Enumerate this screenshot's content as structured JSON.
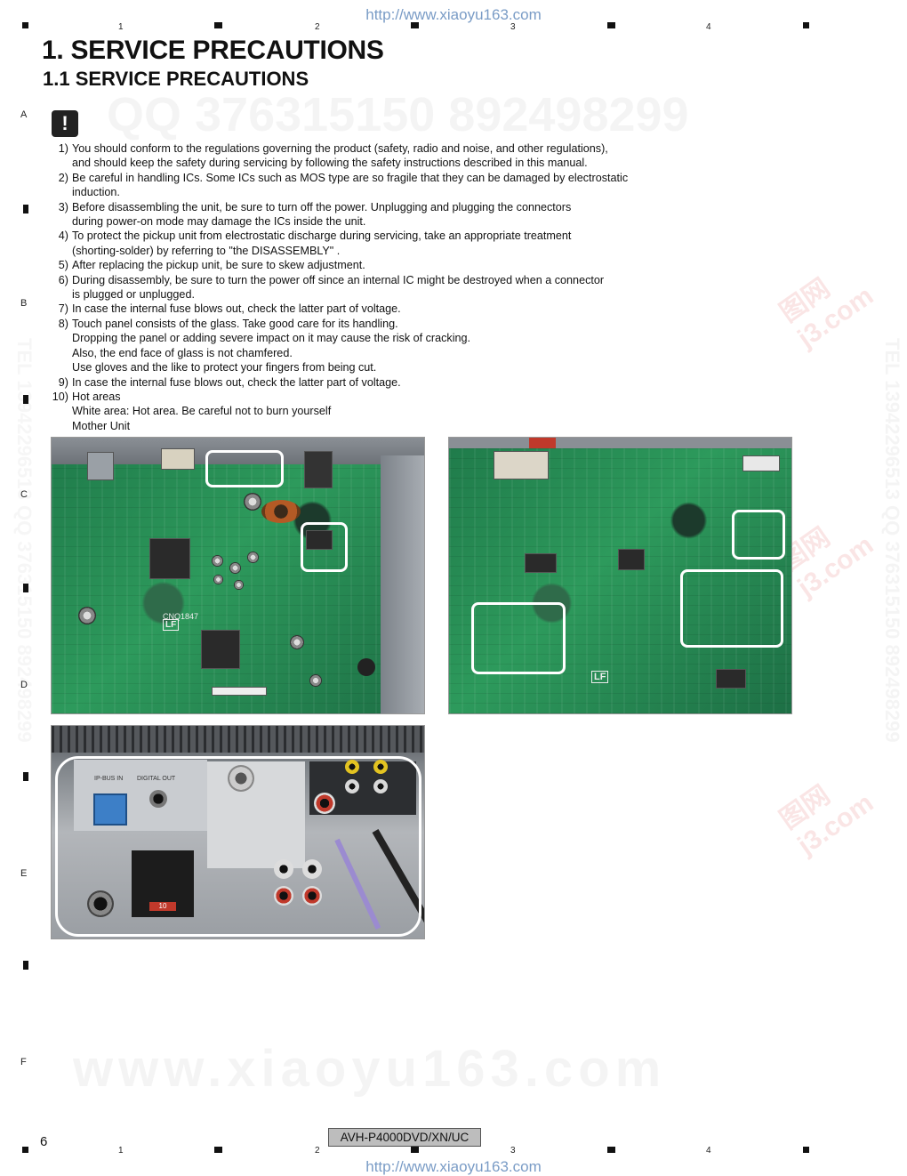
{
  "header_url": "http://www.xiaoyu163.com",
  "footer_url": "http://www.xiaoyu163.com",
  "column_numbers": [
    "1",
    "2",
    "3",
    "4"
  ],
  "row_letters": [
    "A",
    "B",
    "C",
    "D",
    "E",
    "F"
  ],
  "watermarks": {
    "qq_line": "QQ 376315150    892498299",
    "side_line": "TEL 13942296513  QQ 376315150  892498299",
    "bottom_line": "www.xiaoyu163.com"
  },
  "section_title": "1. SERVICE PRECAUTIONS",
  "subsection_title": "1.1  SERVICE PRECAUTIONS",
  "warning_icon": "exclamation-icon",
  "precautions": [
    {
      "num": "1)",
      "lines": [
        "You should conform to the regulations governing the product (safety, radio and noise, and other regulations),",
        "and should keep the safety during servicing by following the safety instructions described in this manual."
      ]
    },
    {
      "num": "2)",
      "lines": [
        "Be careful in handling ICs. Some ICs such as MOS type are so fragile that they can be damaged by electrostatic",
        "induction."
      ]
    },
    {
      "num": "3)",
      "lines": [
        "Before disassembling the unit, be sure to turn off the power. Unplugging and plugging the connectors",
        "during power-on mode may damage the ICs inside the unit."
      ]
    },
    {
      "num": "4)",
      "lines": [
        "To protect the pickup unit from electrostatic discharge during servicing, take an appropriate treatment",
        "(shorting-solder) by referring to \"the DISASSEMBLY\" ."
      ]
    },
    {
      "num": "5)",
      "lines": [
        "After replacing the pickup unit, be sure to skew adjustment."
      ]
    },
    {
      "num": "6)",
      "lines": [
        "During disassembly, be sure to turn the power off since an internal IC might be destroyed when a connector",
        "is plugged or unplugged."
      ]
    },
    {
      "num": "7)",
      "lines": [
        "In case the internal fuse blows out, check the latter part of voltage."
      ]
    },
    {
      "num": "8)",
      "lines": [
        "Touch panel consists of the glass.  Take good care for its handling.",
        "Dropping the panel or adding severe impact on it may cause the risk of cracking.",
        "Also, the end face of glass is not chamfered.",
        "Use gloves and the like to protect your fingers from being cut."
      ]
    },
    {
      "num": "9)",
      "lines": [
        "In case the internal fuse blows out, check the latter part of voltage."
      ]
    },
    {
      "num": "10)",
      "lines": [
        "Hot areas",
        "White area: Hot area. Be careful not to burn yourself",
        "Mother Unit"
      ]
    }
  ],
  "photo_labels": {
    "board_marking": "LF",
    "connector_label": "CNQ1847",
    "rear_ipbus": "IP-BUS IN",
    "rear_digital": "DIGITAL OUT",
    "rear_fuse": "10"
  },
  "footer_model": "AVH-P4000DVD/XN/UC",
  "page_number": "6"
}
